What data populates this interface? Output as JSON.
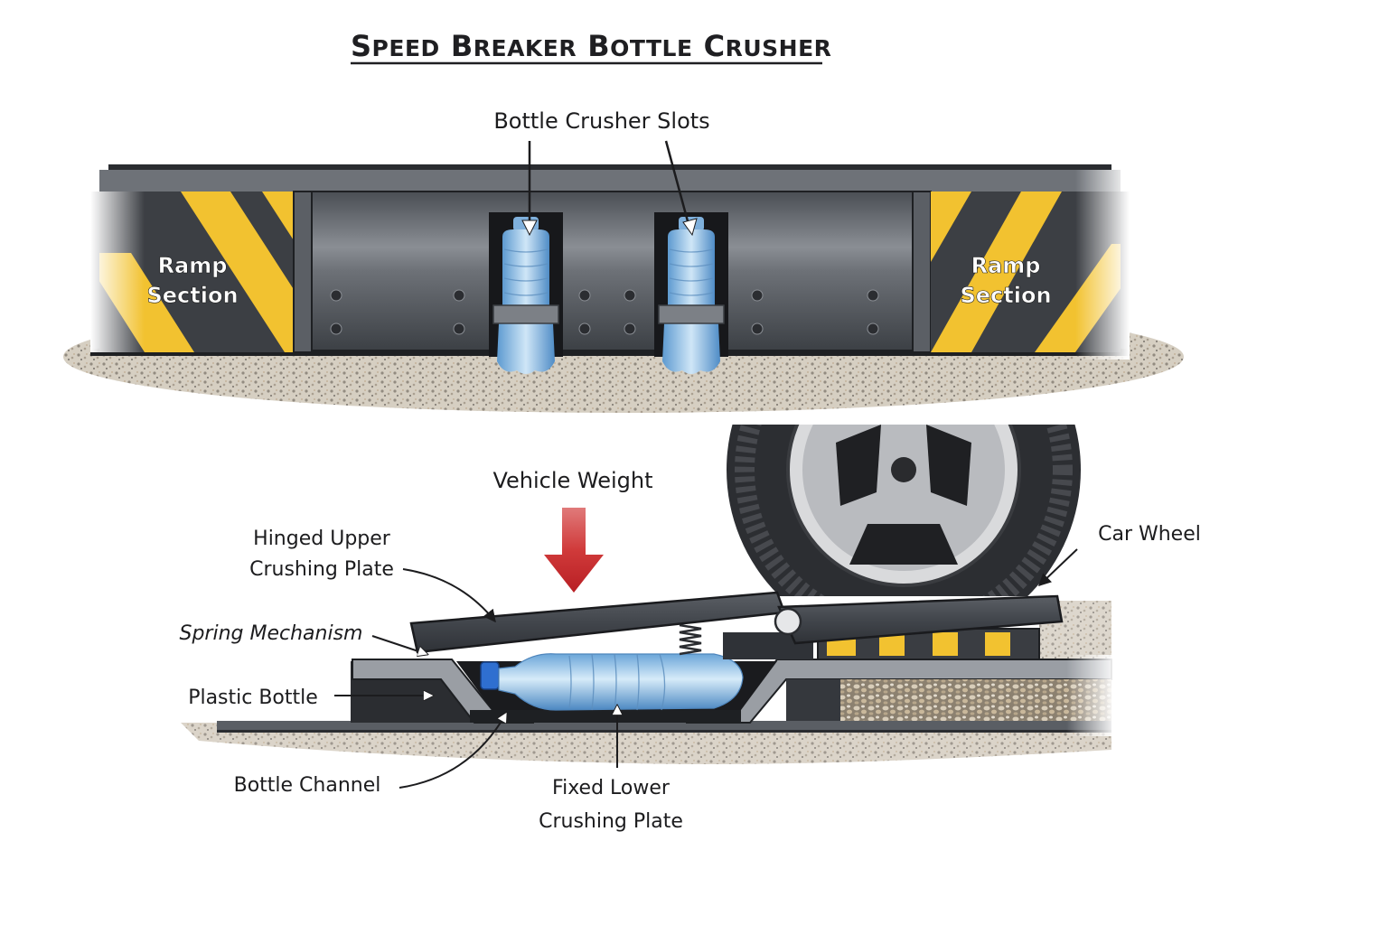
{
  "title": {
    "main": "SPEED BREAKER BOTTLE CRUSHER",
    "display_parts": [
      {
        "big": "S",
        "small": "PEED"
      },
      {
        "big": "B",
        "small": "REAKER"
      },
      {
        "big": "B",
        "small": "OTTLE"
      },
      {
        "big": "C",
        "small": "RUSHER"
      }
    ]
  },
  "top_view": {
    "slots_label": "Bottle Crusher Slots",
    "ramp_left": {
      "line1": "Ramp",
      "line2": "Section"
    },
    "ramp_right": {
      "line1": "Ramp",
      "line2": "Section"
    },
    "slot_count": 2
  },
  "cross_section": {
    "vehicle_weight": "Vehicle Weight",
    "upper_plate": {
      "line1": "Hinged Upper",
      "line2": "Crushing Plate"
    },
    "spring": "Spring Mechanism",
    "plastic_bottle": "Plastic Bottle",
    "bottle_channel": "Bottle Channel",
    "lower_plate": {
      "line1": "Fixed Lower",
      "line2": "Crushing Plate"
    },
    "car_wheel": "Car Wheel"
  },
  "colors": {
    "hazard_yellow": "#f2c230",
    "rubber_dark": "#3a3d42",
    "steel_grey": "#6b6f75",
    "bottle_blue": "#8fbfe6",
    "cap_blue": "#2f6fd0",
    "arrow_red": "#c8272b",
    "gravel": "#bdb3a3"
  }
}
